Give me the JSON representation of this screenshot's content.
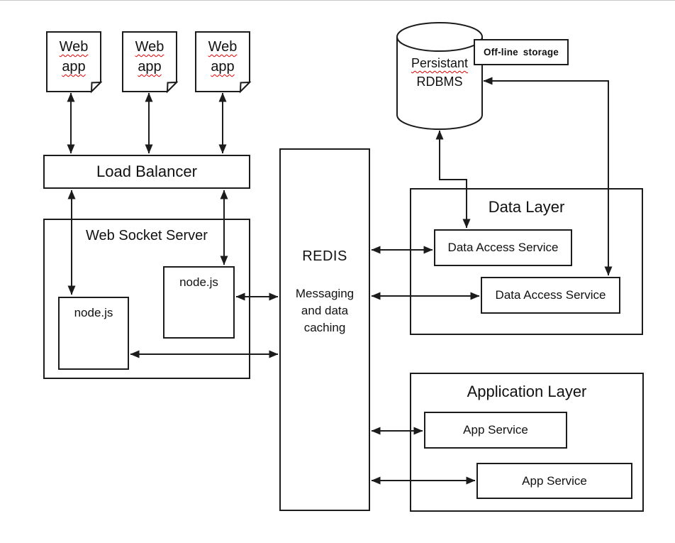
{
  "diagram": {
    "web_apps": [
      {
        "line1": "Web",
        "line2": "app"
      },
      {
        "line1": "Web",
        "line2": "app"
      },
      {
        "line1": "Web",
        "line2": "app"
      }
    ],
    "load_balancer": {
      "label": "Load Balancer"
    },
    "web_socket_server": {
      "label": "Web Socket Server",
      "node1": "node.js",
      "node2": "node.js"
    },
    "redis": {
      "title": "REDIS",
      "line1": "Messaging",
      "line2": "and data",
      "line3": "caching"
    },
    "rdbms": {
      "line1": "Persistant",
      "line2": "RDBMS"
    },
    "offline_storage": {
      "label": "Off-line storage"
    },
    "data_layer": {
      "title": "Data Layer",
      "service1": "Data Access Service",
      "service2": "Data Access Service"
    },
    "application_layer": {
      "title": "Application Layer",
      "service1": "App Service",
      "service2": "App Service"
    },
    "colors": {
      "line": "#1c1c1c",
      "spellcheck_red": "#e00000",
      "background": "#ffffff"
    }
  }
}
